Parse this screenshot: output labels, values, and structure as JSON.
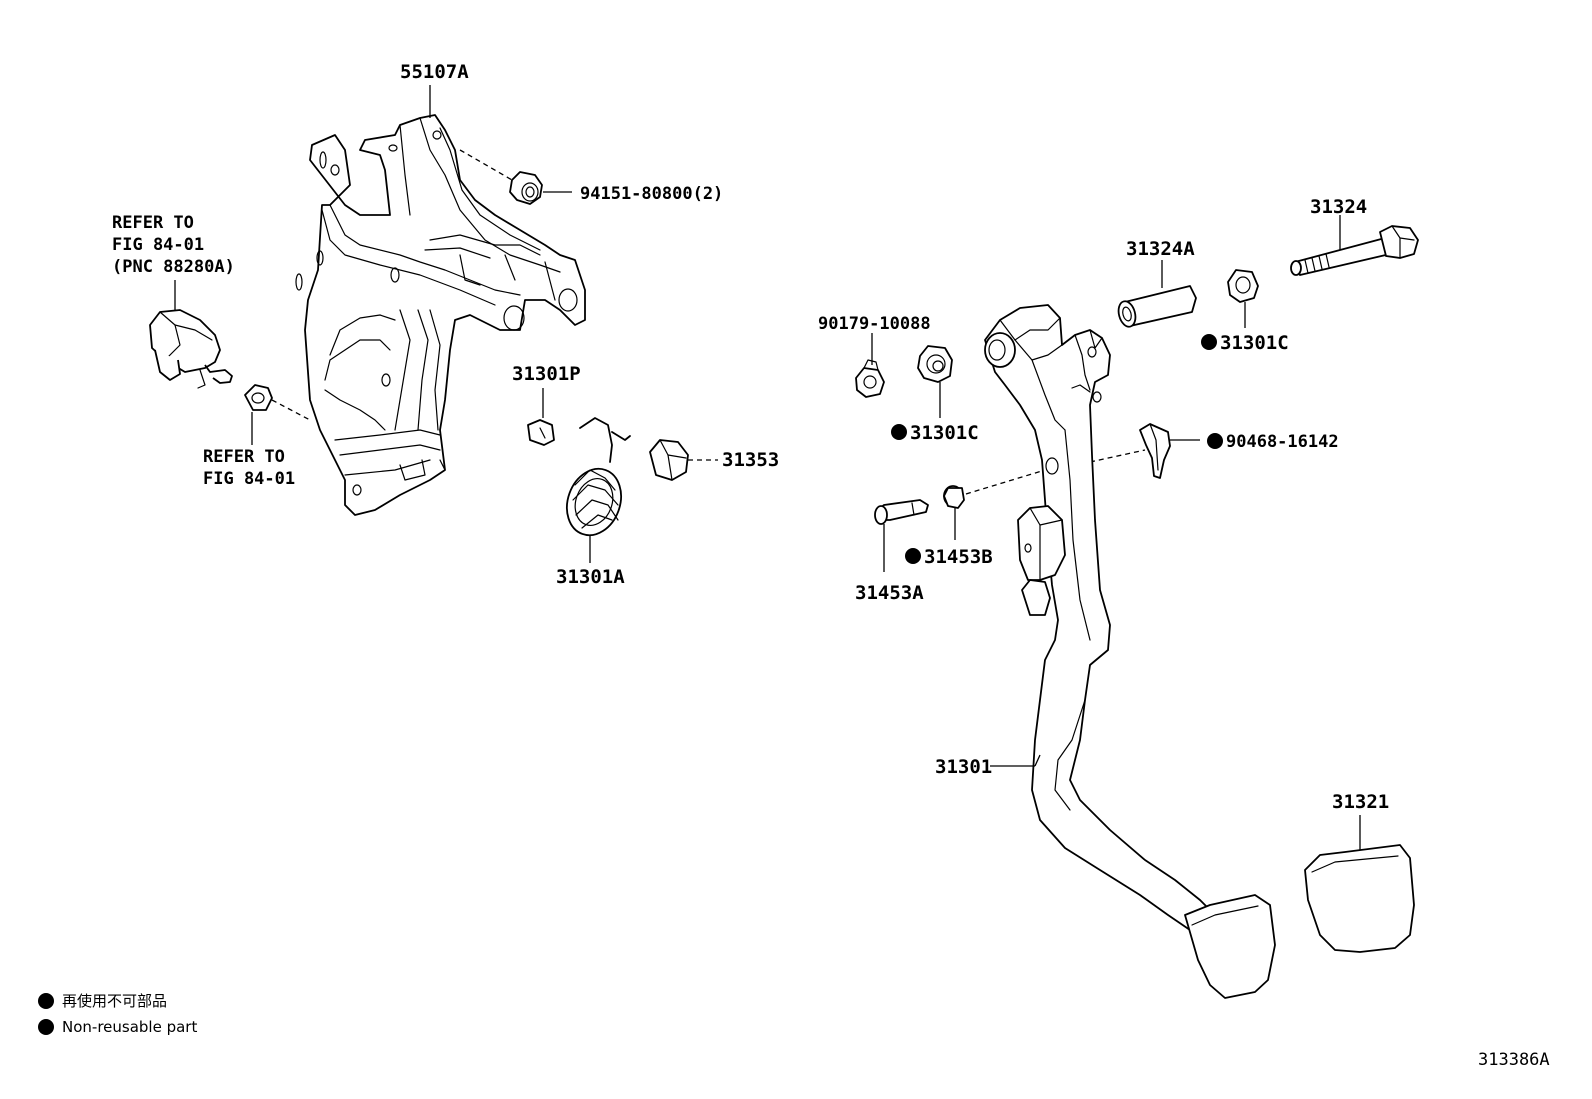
{
  "labels": {
    "p55107A": "55107A",
    "p94151": "94151-80800(2)",
    "refer1_l1": "REFER TO",
    "refer1_l2": "FIG 84-01",
    "refer1_l3": "(PNC 88280A)",
    "refer2_l1": "REFER TO",
    "refer2_l2": "FIG 84-01",
    "p31301P": "31301P",
    "p31353": "31353",
    "p31301A": "31301A",
    "p90179": "90179-10088",
    "p31301C_a": "31301C",
    "p31324A": "31324A",
    "p31324": "31324",
    "p31301C_b": "31301C",
    "p90468": "90468-16142",
    "p31453B": "31453B",
    "p31453A": "31453A",
    "p31301": "31301",
    "p31321": "31321"
  },
  "legend": {
    "jp": "再使用不可部品",
    "en": "Non-reusable part"
  },
  "figure_id": "313386A"
}
